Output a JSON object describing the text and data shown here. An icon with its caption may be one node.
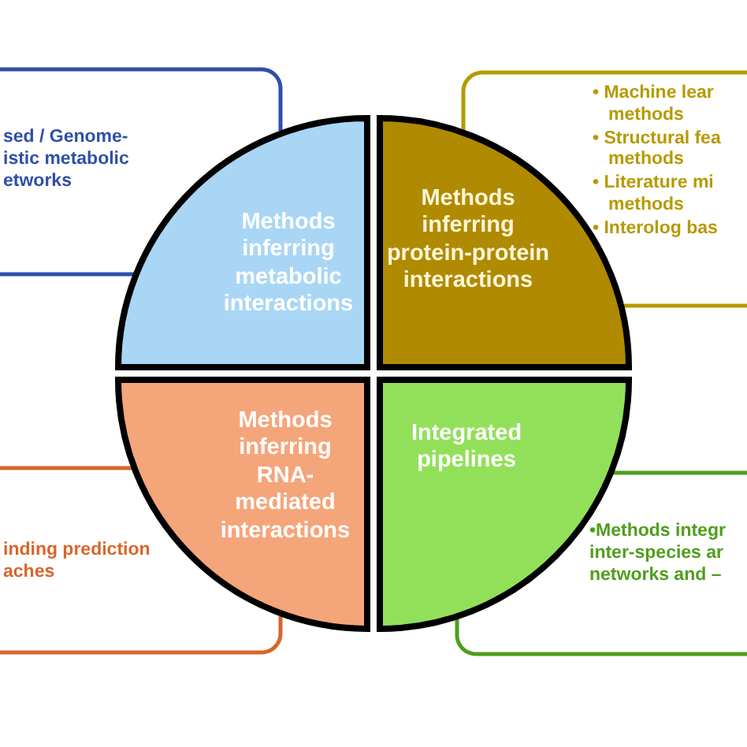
{
  "diagram": {
    "nodes": [
      {
        "text": [
          "sed / Genome- istic metabolic etworks"
        ]
      },
      {
        "text": [
          "• Machine lear methods",
          "• Structural fea methods",
          "• Literature mi methods",
          "• Interolog bas"
        ]
      },
      {
        "text": [
          "inding prediction aches"
        ]
      },
      {
        "text": [
          "•Methods integr inter-species ar networks and –"
        ]
      },
      {
        "text": [
          "Methods inferring metabolic interactions"
        ]
      },
      {
        "text": [
          "Methods inferring protein-protein interactions"
        ]
      },
      {
        "text": [
          "Methods inferring RNA-mediated interactions"
        ]
      },
      {
        "text": [
          "Integrated pipelines"
        ]
      }
    ]
  }
}
